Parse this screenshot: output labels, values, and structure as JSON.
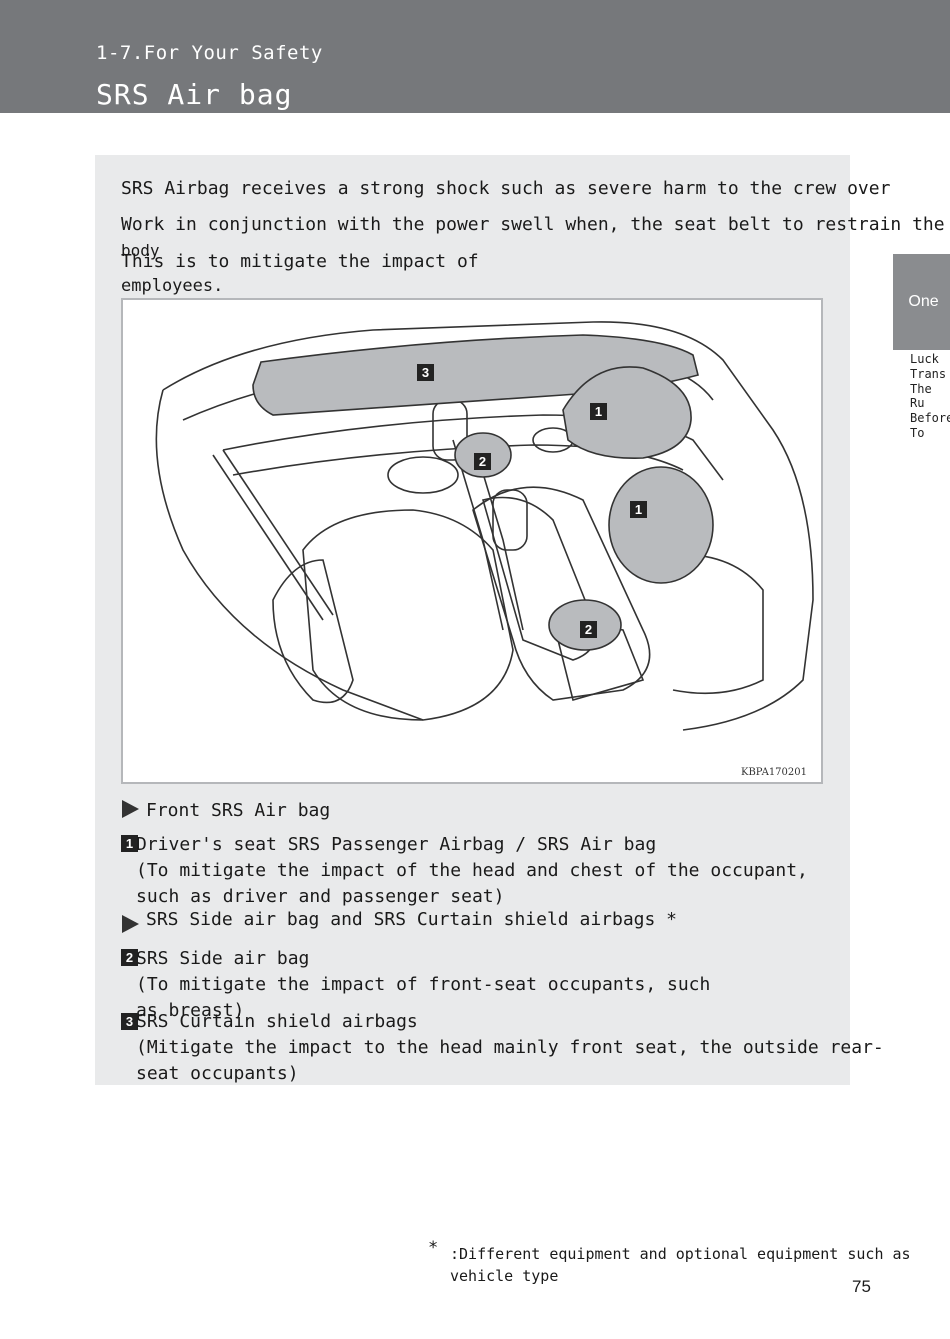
{
  "header": {
    "section": "1-7.For Your Safety",
    "title": "SRS Air bag"
  },
  "side_tab": {
    "label": "One",
    "items": [
      "Luck",
      "Trans",
      "The",
      "Ru",
      "Before",
      "To"
    ]
  },
  "intro": {
    "line1": "SRS Airbag receives a strong shock such as severe harm to the crew over",
    "line2": "Work in conjunction with the power swell when, the seat belt to restrain the",
    "line3": "body",
    "line4": "This is to mitigate the impact of",
    "line5": "employees."
  },
  "figure": {
    "code": "KBPA170201",
    "callouts": [
      "1",
      "1",
      "2",
      "2",
      "3"
    ]
  },
  "sections": {
    "front_heading": "Front SRS Air bag",
    "item1_title": "Driver's seat SRS Passenger Airbag / SRS Air bag",
    "item1_desc1": "(To mitigate the impact of the head and chest of the occupant,",
    "item1_desc2": "such as driver and passenger seat)",
    "side_heading": "SRS Side air bag and SRS Curtain shield airbags *",
    "item2_title": "SRS Side air bag",
    "item2_desc1": "(To mitigate the impact of front-seat occupants, such",
    "item2_desc2": "as breast)",
    "item3_title": "SRS Curtain shield airbags",
    "item3_desc1": "(Mitigate the impact to the head mainly front seat, the outside rear-",
    "item3_desc2": "seat occupants)",
    "num1": "1",
    "num2": "2",
    "num3": "3"
  },
  "footnote": {
    "star": "*",
    "line1": ":Different equipment and optional equipment such as",
    "line2": "vehicle type"
  },
  "page_number": "75"
}
